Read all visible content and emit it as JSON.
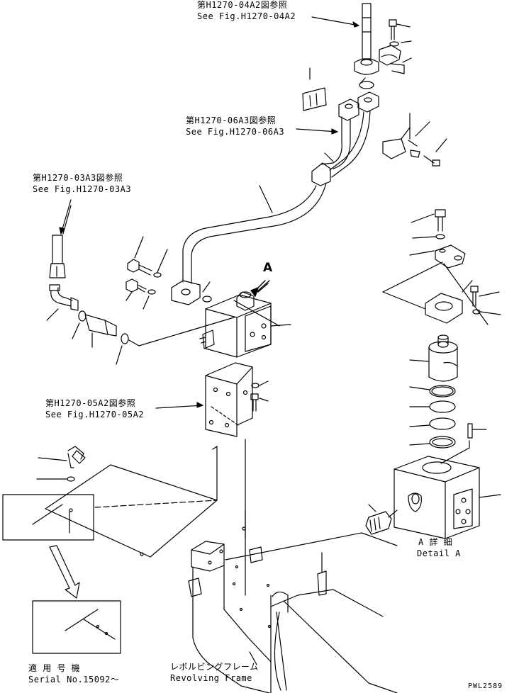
{
  "refs": {
    "h1270_04a2": {
      "jp": "第H1270-04A2図参照",
      "en": "See Fig.H1270-04A2"
    },
    "h1270_06a3": {
      "jp": "第H1270-06A3図参照",
      "en": "See Fig.H1270-06A3"
    },
    "h1270_03a3": {
      "jp": "第H1270-03A3図参照",
      "en": "See Fig.H1270-03A3"
    },
    "h1270_05a2": {
      "jp": "第H1270-05A2図参照",
      "en": "See Fig.H1270-05A2"
    }
  },
  "view_marker": "A",
  "detail": {
    "jp": "A 詳 細",
    "en": "Detail A"
  },
  "serial": {
    "jp": "適 用 号 機",
    "en": "Serial No.15092～"
  },
  "frame": {
    "jp": "レボルビングフレーム",
    "en": "Revolving Frame"
  },
  "drawing_code": "PWL2589"
}
